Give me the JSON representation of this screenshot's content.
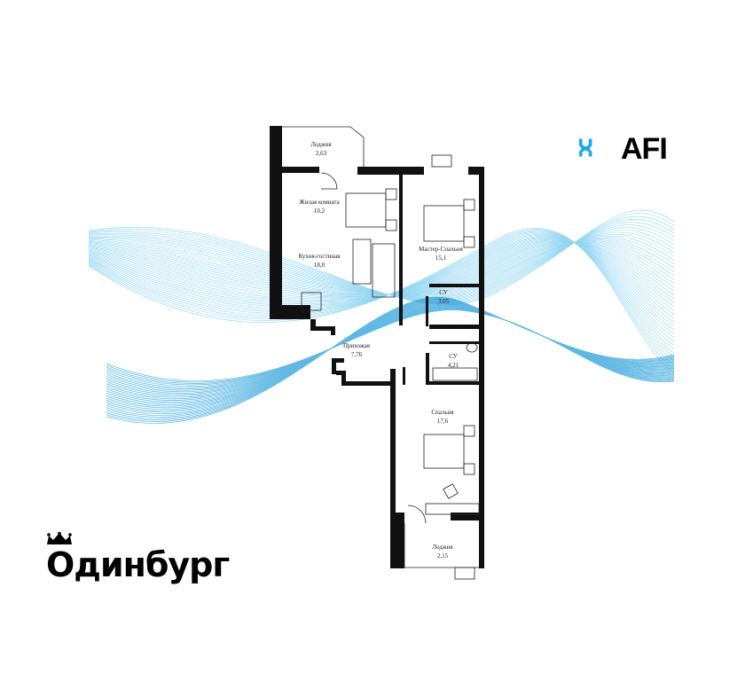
{
  "brand": {
    "developer_logo_text": "AFI",
    "developer_logo_accent": "#1EA7E1",
    "project_logo_text": "Одинбург",
    "project_logo_icon": "crown-icon"
  },
  "floorplan": {
    "rooms": [
      {
        "name": "Лоджия",
        "area": "2,63"
      },
      {
        "name": "Жилая комната",
        "area": "10,2"
      },
      {
        "name": "Кухня-гостиная",
        "area": "18,0"
      },
      {
        "name": "Мастер-Спальня",
        "area": "15,1"
      },
      {
        "name": "СУ",
        "area": "3,05"
      },
      {
        "name": "Прихожая",
        "area": "7,76"
      },
      {
        "name": "СУ",
        "area": "4,21"
      },
      {
        "name": "Спальня",
        "area": "17,6"
      },
      {
        "name": "Лоджия",
        "area": "2,15"
      }
    ]
  },
  "colors": {
    "wall": "#111111",
    "wave": "#3BB3E6",
    "background": "#FFFFFF"
  }
}
